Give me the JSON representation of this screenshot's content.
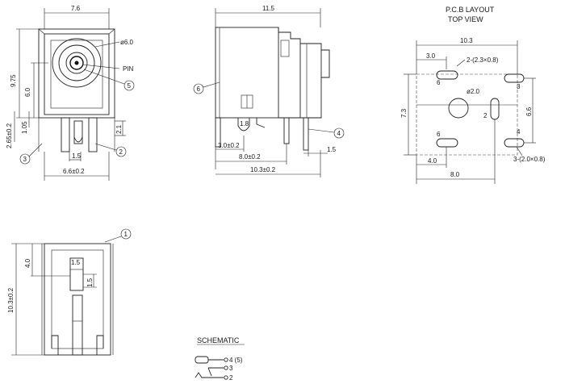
{
  "front_view": {
    "dims": {
      "width_top": "7.6",
      "hole_dia": "ø6.0",
      "pin_label": "PIN",
      "height_total": "9.75",
      "height_center": "6.0",
      "offset_1": "1.05",
      "offset_2": "2.65±0.2",
      "dim_21": "2.1",
      "dim_15": "1.5",
      "width_bottom": "6.6±0.2"
    },
    "callouts": {
      "c3": "3",
      "c2": "2",
      "c5": "5"
    }
  },
  "side_view": {
    "dims": {
      "width_top": "11.5",
      "dim_18": "1.8",
      "dim_30": "3.0±0.2",
      "dim_80": "8.0±0.2",
      "dim_103": "10.3±0.2",
      "dim_15": "1.5"
    },
    "callouts": {
      "c6": "6",
      "c4": "4"
    }
  },
  "pcb": {
    "title": "P.C.B LAYOUT",
    "subtitle": "TOP VIEW",
    "dims": {
      "w103": "10.3",
      "d30": "3.0",
      "label_2": "2-(2.3×0.8)",
      "d20": "ø2.0",
      "h73": "7.3",
      "h66": "6.6",
      "d40": "4.0",
      "w80": "8.0",
      "label_3": "3-(2.0×0.8)"
    },
    "pins": {
      "p6a": "6",
      "p3": "3",
      "p2": "2",
      "p6b": "6",
      "p4": "4"
    }
  },
  "bottom_view": {
    "dims": {
      "h103": "10.3±0.2",
      "d40": "4.0",
      "d15a": "1.5",
      "d15b": "1.5"
    },
    "callouts": {
      "c1": "1"
    }
  },
  "schematic": {
    "title": "SCHEMATIC",
    "terminals": {
      "t4": "4 (5)",
      "t3": "3",
      "t2": "2"
    }
  }
}
